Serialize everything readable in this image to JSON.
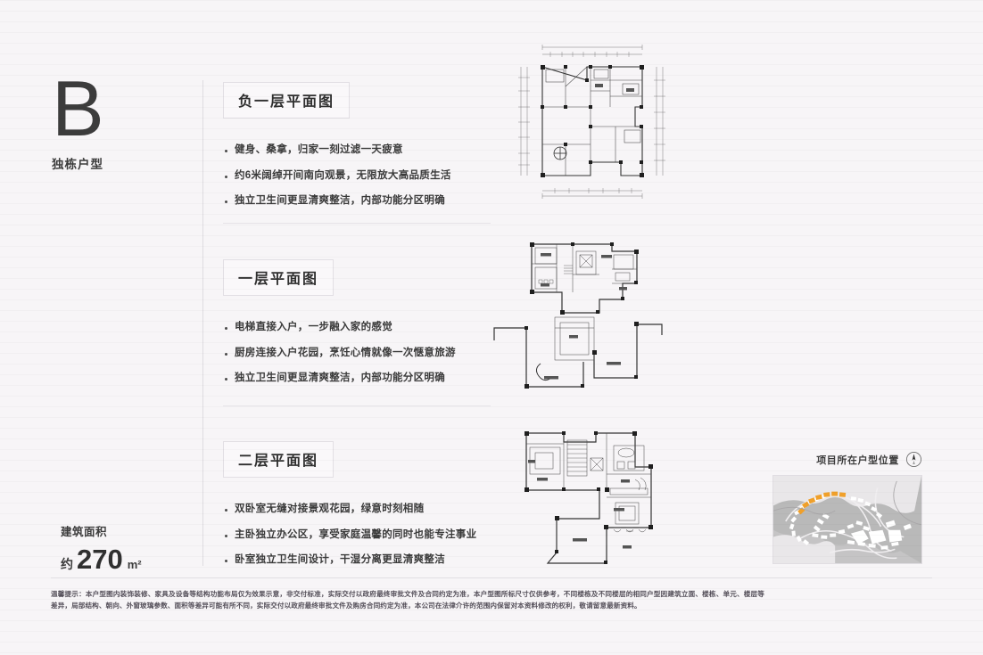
{
  "unit": {
    "letter": "B",
    "subtitle": "独栋户型"
  },
  "area": {
    "label": "建筑面积",
    "approx": "约",
    "value": "270",
    "unit": "m²"
  },
  "sections": [
    {
      "title": "负一层平面图",
      "bullets": [
        "健身、桑拿，归家一刻过滤一天疲意",
        "约6米阔绰开间南向观景，无限放大高品质生活",
        "独立卫生间更显清爽整洁，内部功能分区明确"
      ],
      "plan_name": "basement-floor-plan"
    },
    {
      "title": "一层平面图",
      "bullets": [
        "电梯直接入户，一步融入家的感觉",
        "厨房连接入户花园，烹饪心情就像一次惬意旅游",
        "独立卫生间更显清爽整洁，内部功能分区明确"
      ],
      "plan_name": "first-floor-plan"
    },
    {
      "title": "二层平面图",
      "bullets": [
        "双卧室无缝对接景观花园，绿意时刻相随",
        "主卧独立办公区，享受家庭温馨的同时也能专注事业",
        "卧室独立卫生间设计，干湿分离更显清爽整洁"
      ],
      "plan_name": "second-floor-plan"
    }
  ],
  "sitemap": {
    "label": "项目所在户型位置",
    "compass_icon": "north-arrow-compass-icon",
    "highlight_color": "#f0a02a",
    "base_color": "#b9b9b9"
  },
  "footer": {
    "disclaimer": "温馨提示：本户型图内装饰装修、家具及设备等结构功能布局仅为效果示意，非交付标准，实际交付以政府最终审批文件及合同约定为准，本户型图所标尺寸仅供参考，不同楼栋及不同楼层的相同户型因建筑立面、楼栋、单元、楼层等差异，局部结构、朝向、外窗玻璃参数、面积等差异可能有所不同，实际交付以政府最终审批文件及购房合同约定为准，本公司在法律介许的范围内保留对本资料修改的权利，敬请留意最新资料。"
  }
}
